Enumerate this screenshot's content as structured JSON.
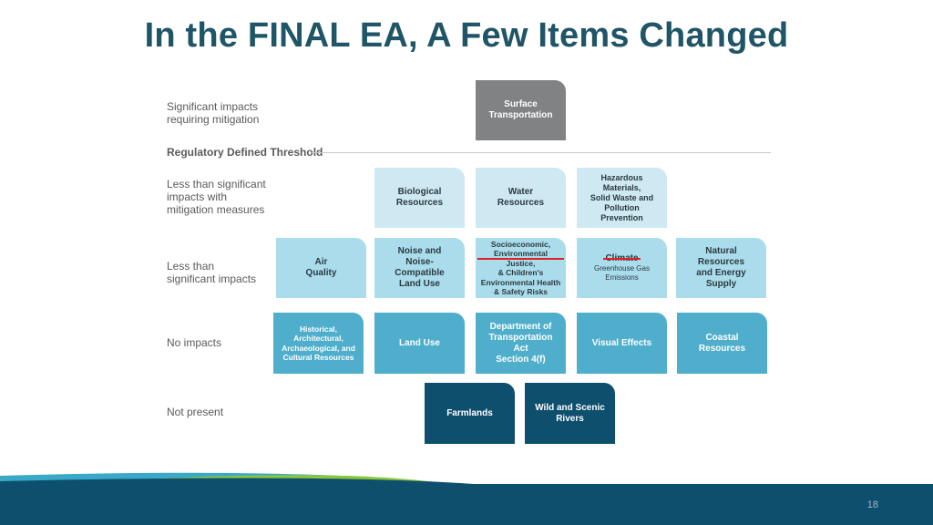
{
  "title": "In the FINAL EA, A Few Items Changed",
  "row_labels": {
    "significant": [
      "Significant impacts",
      "requiring mitigation"
    ],
    "threshold": "Regulatory Defined Threshold",
    "mitigated": [
      "Less than significant",
      "impacts with",
      "mitigation measures"
    ],
    "less_than": [
      "Less than",
      "significant impacts"
    ],
    "no_impacts": "No impacts",
    "not_present": "Not present"
  },
  "boxes": {
    "surface_transportation": [
      "Surface",
      "Transportation"
    ],
    "biological": [
      "Biological",
      "Resources"
    ],
    "water": [
      "Water",
      "Resources"
    ],
    "hazardous": [
      "Hazardous Materials,",
      "Solid Waste and",
      "Pollution Prevention"
    ],
    "air_quality": [
      "Air",
      "Quality"
    ],
    "noise": [
      "Noise and",
      "Noise- Compatible",
      "Land Use"
    ],
    "socio": {
      "line1": "Socioeconomic,",
      "struck": "Environmental Justice,",
      "line3": "& Children's",
      "line4": "Environmental Health",
      "line5": "& Safety Risks"
    },
    "climate": {
      "struck": "Climate",
      "replacement": [
        "Greenhouse Gas",
        "Emissions"
      ]
    },
    "natural_resources": [
      "Natural Resources",
      "and Energy Supply"
    ],
    "historical": [
      "Historical,",
      "Architectural,",
      "Archaeological, and",
      "Cultural Resources"
    ],
    "land_use": "Land Use",
    "dot_act": [
      "Department of",
      "Transportation Act",
      "Section 4(f)"
    ],
    "visual": "Visual Effects",
    "coastal": "Coastal Resources",
    "farmlands": "Farmlands",
    "wild_scenic": [
      "Wild and Scenic",
      "Rivers"
    ]
  },
  "page_number": "18",
  "colors": {
    "title": "#1f5566",
    "gray": "#808284",
    "pale": "#cfe9f2",
    "light": "#aadcec",
    "mid": "#4faecc",
    "dark": "#0f4f6e",
    "strike": "#e02020",
    "footer": "#0f4f6e"
  }
}
